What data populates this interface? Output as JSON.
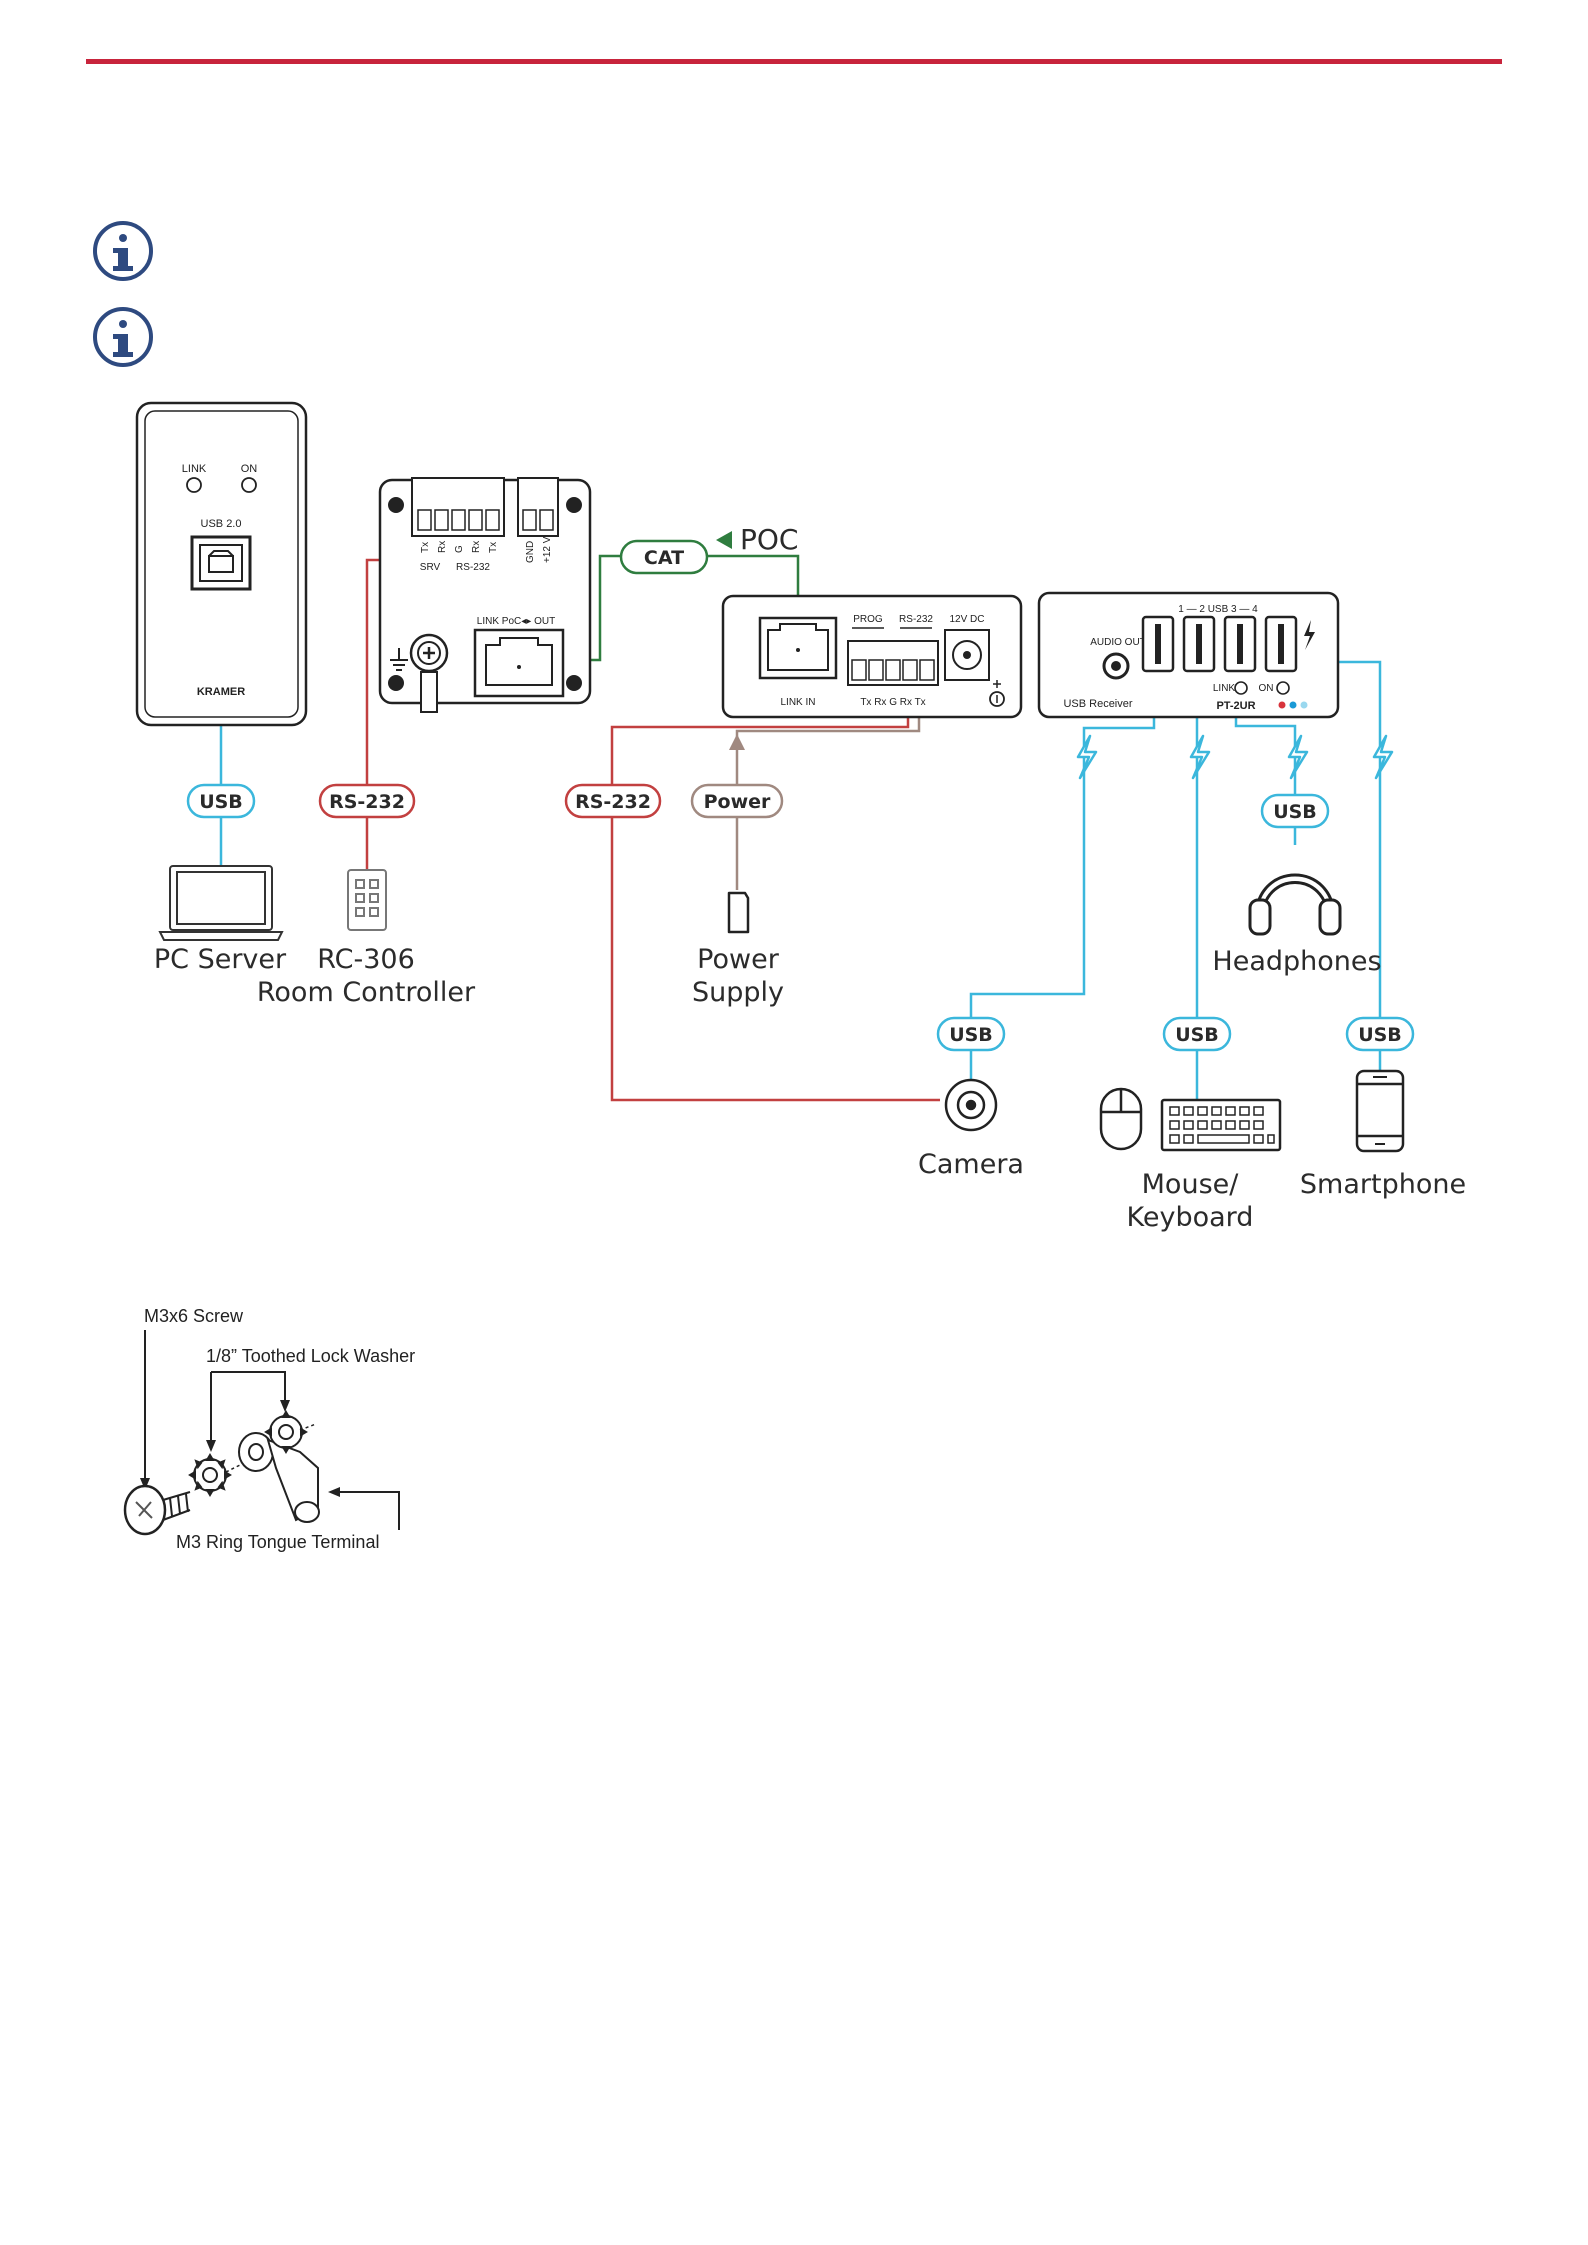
{
  "colors": {
    "accent_rule": "#c8243c",
    "info_icon": "#2e4a80",
    "usb_cable": "#3bb7dc",
    "rs232_cable": "#c24040",
    "cat_cable": "#2f7d3f",
    "power_cable": "#a08980",
    "device_outline": "#222222"
  },
  "icons": [
    "info-icon",
    "info-icon",
    "wireless-bolt-icon",
    "headphones-icon",
    "camera-icon",
    "mouse-icon",
    "keyboard-icon",
    "smartphone-icon",
    "laptop-icon",
    "ground-icon"
  ],
  "wall_plate": {
    "link_label": "LINK",
    "on_label": "ON",
    "usb_label": "USB 2.0",
    "brand": "KRAMER"
  },
  "transmitter": {
    "pins": [
      "Tx",
      "Rx",
      "G",
      "Rx",
      "Tx"
    ],
    "power_pins": [
      "GND",
      "+12 V"
    ],
    "srv_label": "SRV",
    "rs232_label": "RS-232",
    "link_label": "LINK PoC◂▸ OUT"
  },
  "extender": {
    "link_in": "LINK IN",
    "prog": "PROG",
    "rs232": "RS-232",
    "dc": "12V DC",
    "pins": "Tx Rx  G  Rx Tx"
  },
  "receiver": {
    "audio_out": "AUDIO OUT",
    "usb_receiver": "USB Receiver",
    "usb_header": "1 — 2 USB 3 — 4",
    "link": "LINK",
    "on": "ON",
    "model": "PT-2UR"
  },
  "cables": {
    "cat": "CAT",
    "poc": "POC",
    "usb": "USB",
    "rs232": "RS-232",
    "power": "Power"
  },
  "devices": {
    "pc_server": "PC Server",
    "rc_line1": "RC-306",
    "rc_line2": "Room Controller",
    "power_line1": "Power",
    "power_line2": "Supply",
    "headphones": "Headphones",
    "camera": "Camera",
    "mouse_line1": "Mouse/",
    "mouse_line2": "Keyboard",
    "smartphone": "Smartphone"
  },
  "hardware": {
    "screw": "M3x6 Screw",
    "washer": "1/8” Toothed Lock Washer",
    "terminal": "M3 Ring Tongue Terminal"
  }
}
